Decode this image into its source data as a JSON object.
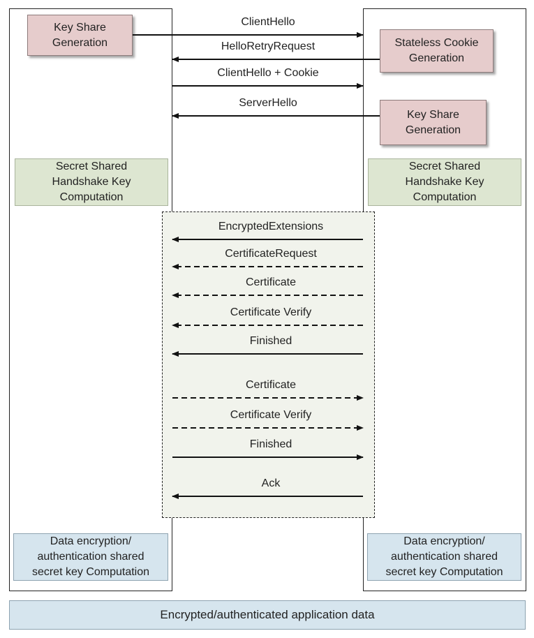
{
  "client_generation": "Key Share\nGeneration",
  "server_cookie_generation": "Stateless Cookie\nGeneration",
  "server_generation": "Key Share\nGeneration",
  "client_handshake_key": "Secret Shared\nHandshake Key\nComputation",
  "server_handshake_key": "Secret Shared\nHandshake Key\nComputation",
  "client_data_key": "Data encryption/\nauthentication shared\nsecret key Computation",
  "server_data_key": "Data encryption/\nauthentication shared\nsecret key Computation",
  "application_data": "Encrypted/authenticated application data",
  "messages": [
    {
      "label": "ClientHello",
      "direction": "right",
      "style": "solid"
    },
    {
      "label": "HelloRetryRequest",
      "direction": "left",
      "style": "solid"
    },
    {
      "label": "ClientHello + Cookie",
      "direction": "right",
      "style": "solid"
    },
    {
      "label": "ServerHello",
      "direction": "left",
      "style": "solid"
    },
    {
      "label": "EncryptedExtensions",
      "direction": "left",
      "style": "solid"
    },
    {
      "label": "CertificateRequest",
      "direction": "left",
      "style": "dashed"
    },
    {
      "label": "Certificate",
      "direction": "left",
      "style": "dashed"
    },
    {
      "label": "Certificate Verify",
      "direction": "left",
      "style": "dashed"
    },
    {
      "label": "Finished",
      "direction": "left",
      "style": "solid"
    },
    {
      "label": "Certificate",
      "direction": "right",
      "style": "dashed"
    },
    {
      "label": "Certificate Verify",
      "direction": "right",
      "style": "dashed"
    },
    {
      "label": "Finished",
      "direction": "right",
      "style": "solid"
    },
    {
      "label": "Ack",
      "direction": "left",
      "style": "solid"
    }
  ]
}
